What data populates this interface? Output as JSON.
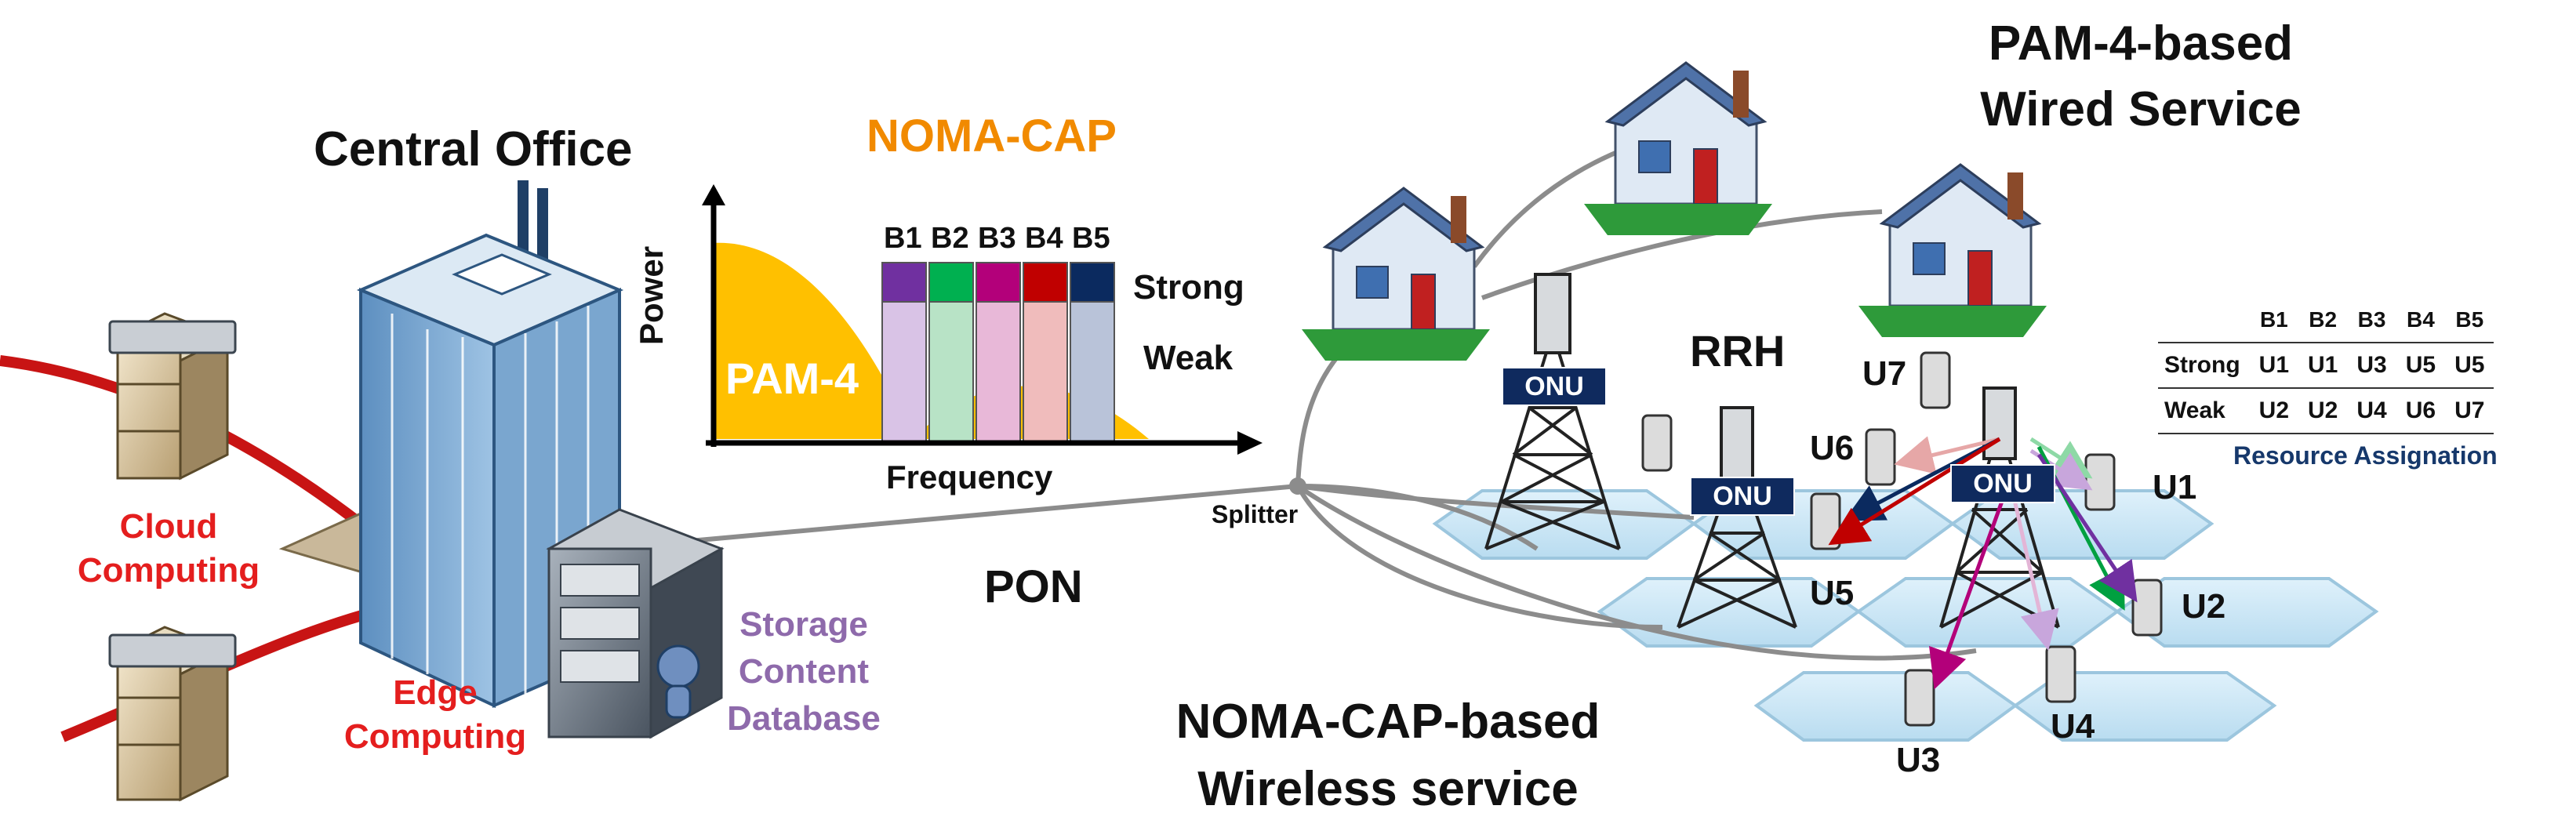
{
  "central_office": {
    "title": "Central Office",
    "cloud_computing": [
      "Cloud",
      "Computing"
    ],
    "edge_computing": [
      "Edge",
      "Computing"
    ],
    "storage": [
      "Storage",
      "Content",
      "Database"
    ]
  },
  "noma_cap_chart": {
    "title": "NOMA-CAP",
    "y_axis": "Power",
    "x_axis": "Frequency",
    "pam4_label": "PAM-4",
    "band_labels": [
      "B1",
      "B2",
      "B3",
      "B4",
      "B5"
    ],
    "strong_label": "Strong",
    "weak_label": "Weak",
    "strong_colors": [
      "#7030a0",
      "#00b050",
      "#b3007a",
      "#c00000",
      "#0b2a5f"
    ],
    "weak_colors": [
      "#d9c3e6",
      "#b8e3c6",
      "#e8b8d8",
      "#f0bcbc",
      "#b9c3d9"
    ]
  },
  "network": {
    "pon": "PON",
    "splitter": "Splitter",
    "rrh": "RRH",
    "onu": "ONU"
  },
  "wired_service": [
    "PAM-4-based",
    "Wired Service"
  ],
  "wireless_service": [
    "NOMA-CAP-based",
    "Wireless service"
  ],
  "users": [
    "U1",
    "U2",
    "U3",
    "U4",
    "U5",
    "U6",
    "U7"
  ],
  "resource_assignation": {
    "title": "Resource Assignation",
    "columns": [
      "B1",
      "B2",
      "B3",
      "B4",
      "B5"
    ],
    "rows": [
      {
        "label": "Strong",
        "values": [
          "U1",
          "U1",
          "U3",
          "U5",
          "U5"
        ]
      },
      {
        "label": "Weak",
        "values": [
          "U2",
          "U2",
          "U4",
          "U6",
          "U7"
        ]
      }
    ]
  },
  "colors": {
    "red": "#e41e1e",
    "orange": "#f18a00",
    "purple": "#8e6aab",
    "navy": "#0f2a5e",
    "pam4_fill": "#ffc000",
    "cell_fill": "#cfe9f7"
  }
}
